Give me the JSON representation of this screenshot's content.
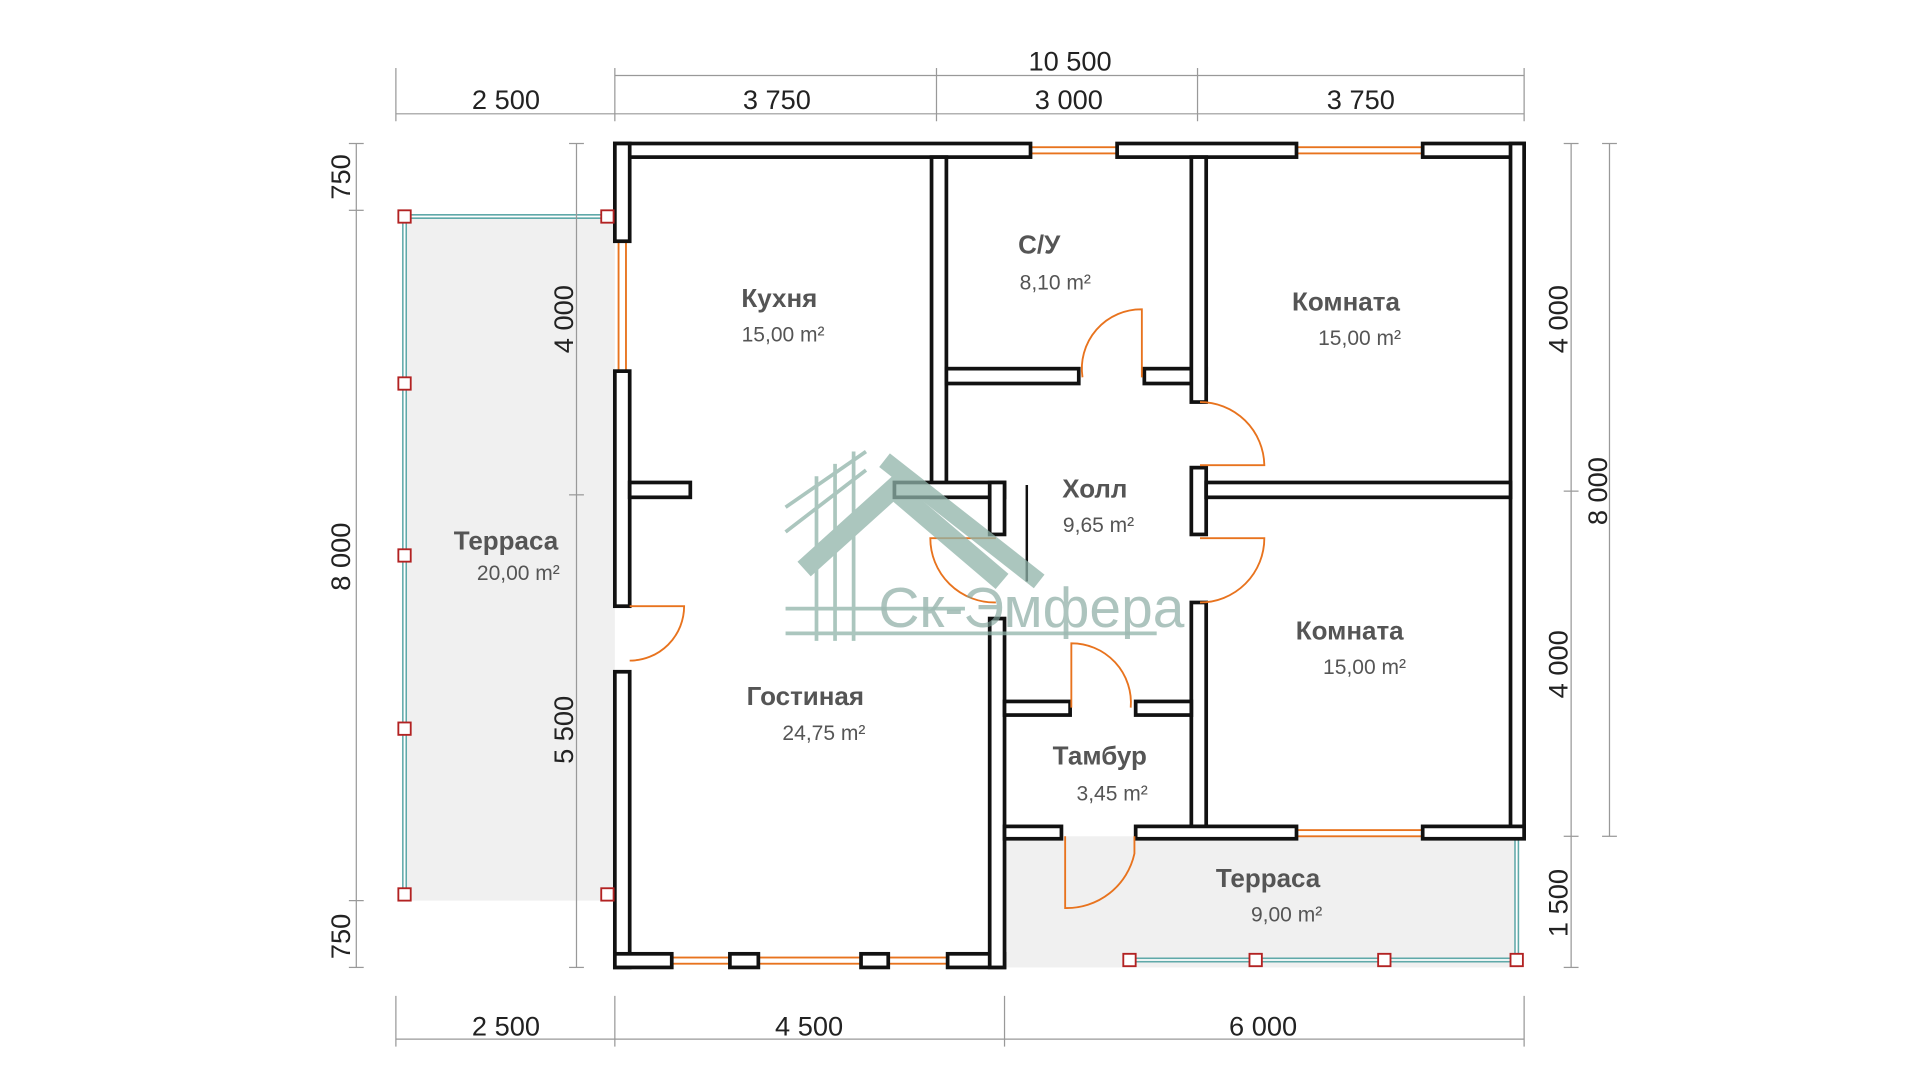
{
  "dimensions": {
    "total_width": "10 500",
    "top": [
      "2 500",
      "3 750",
      "3 000",
      "3 750"
    ],
    "bottom": [
      "2 500",
      "4 500",
      "6 000"
    ],
    "left_outer": [
      "750",
      "8 000",
      "750"
    ],
    "left_inner": [
      "4 000",
      "5 500"
    ],
    "right_inner": [
      "4 000",
      "4 000",
      "1 500"
    ],
    "right_outer": "8 000"
  },
  "rooms": [
    {
      "name": "Кухня",
      "area": "15,00 m²"
    },
    {
      "name": "С/У",
      "area": "8,10 m²"
    },
    {
      "name": "Комната",
      "area": "15,00 m²"
    },
    {
      "name": "Холл",
      "area": "9,65 m²"
    },
    {
      "name": "Комната",
      "area": "15,00 m²"
    },
    {
      "name": "Гостиная",
      "area": "24,75 m²"
    },
    {
      "name": "Тамбур",
      "area": "3,45 m²"
    },
    {
      "name": "Терраса",
      "area": "20,00 m²"
    },
    {
      "name": "Терраса",
      "area": "9,00 m²"
    }
  ],
  "watermark": "Ск-Эмфера",
  "colors": {
    "wall": "#111111",
    "door": "#e8731e",
    "terrace": "#f0f0f0",
    "rail": "#5fa9a9",
    "post": "#b22222"
  }
}
